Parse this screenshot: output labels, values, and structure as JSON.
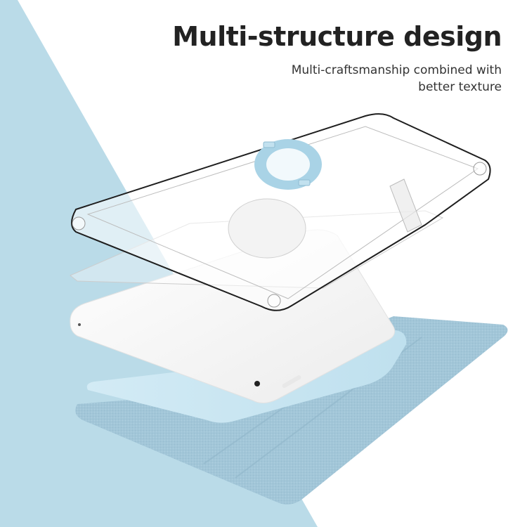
{
  "header": {
    "title": "Multi-structure design",
    "subtitle_line1": "Multi-craftsmanship combined with",
    "subtitle_line2": "better texture"
  },
  "colors": {
    "background": "#ffffff",
    "accent_blue_panel": "#badbe8",
    "ring_blue": "#a9d3e6",
    "cover_blue": "#c9e5f1",
    "fabric_blue": "#9fc4d6",
    "tablet_white": "#f7f7f7",
    "title_text": "#222222"
  },
  "product_layers": [
    {
      "name": "clear-acrylic-back-shell",
      "icon": "clear-case"
    },
    {
      "name": "ring-holder",
      "icon": "ring"
    },
    {
      "name": "tablet",
      "icon": "tablet"
    },
    {
      "name": "rotating-folio-cover",
      "icon": "folio-cover"
    }
  ]
}
